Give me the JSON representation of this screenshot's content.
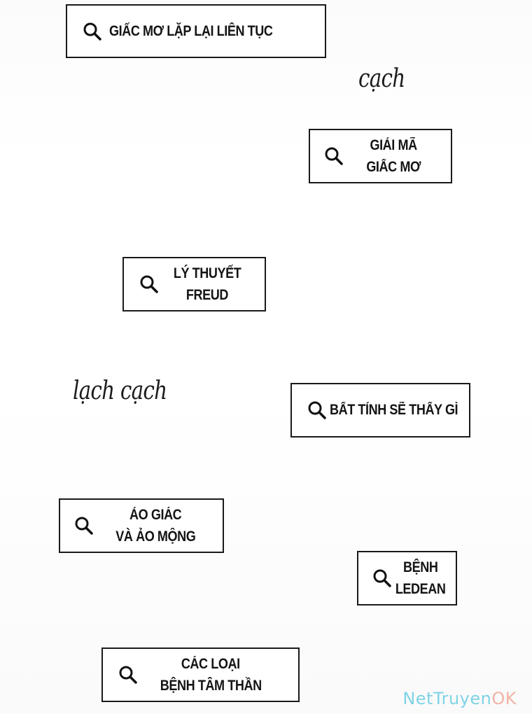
{
  "search_boxes": [
    {
      "label": "GIẤC MƠ LẶP LẠI LIÊN TỤC"
    },
    {
      "line1": "GIẢI MÃ",
      "line2": "GIẤC MƠ"
    },
    {
      "line1": "LÝ THUYẾT",
      "line2": "FREUD"
    },
    {
      "label": "BẤT TỈNH SẼ THẤY GÌ"
    },
    {
      "line1": "ẢO GIÁC",
      "line2": "VÀ ẢO MỘNG"
    },
    {
      "line1": "BỆNH",
      "line2": "LEDEAN"
    },
    {
      "line1": "CÁC LOẠI",
      "line2": "BỆNH TÂM THẦN"
    }
  ],
  "sound_effects": [
    "cạch",
    "lạch cạch"
  ],
  "watermark": {
    "part1": "NetTruyen",
    "part2": "OK"
  },
  "colors": {
    "border": "#1a1a1a",
    "text": "#141414",
    "watermark_blue": "#7fd3e6",
    "watermark_pink": "#f2b3a4"
  }
}
